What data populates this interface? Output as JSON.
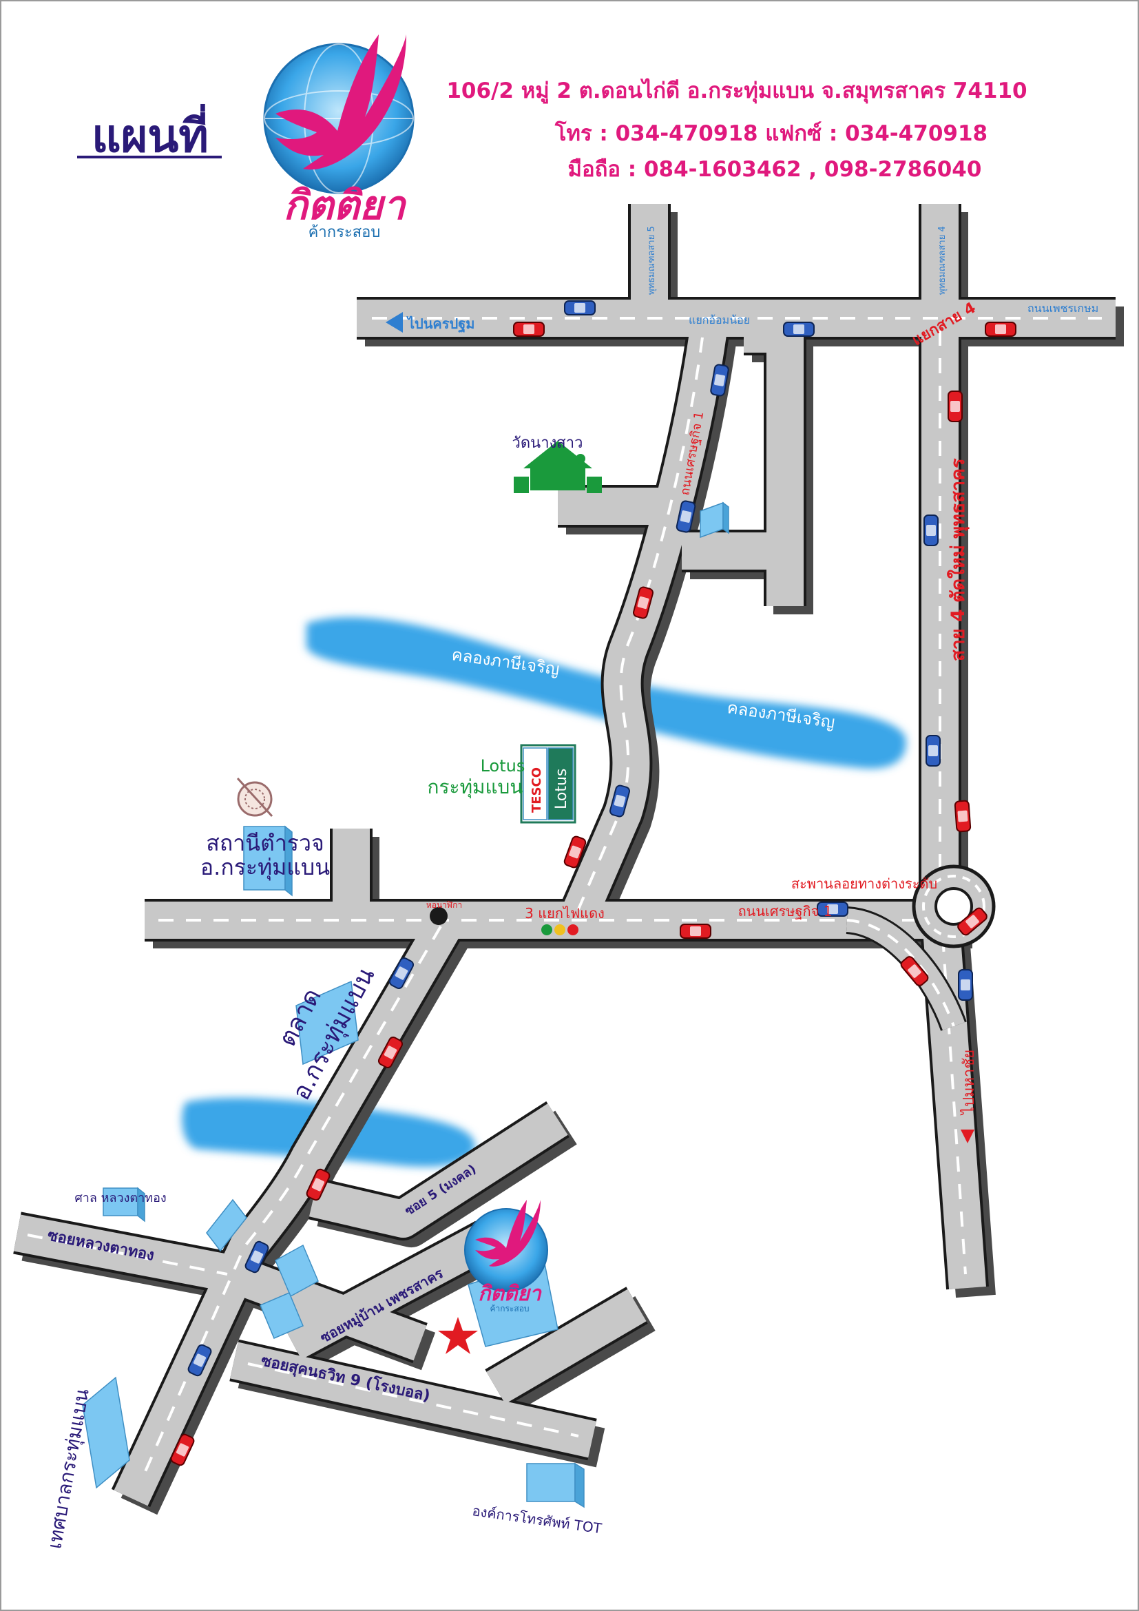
{
  "header": {
    "title": "แผนที่",
    "address_line": "106/2  หมู่ 2  ต.ดอนไก่ดี อ.กระทุ่มแบน จ.สมุทรสาคร 74110",
    "phone_line": "โทร : 034-470918  แฟกซ์ : 034-470918",
    "mobile_line": "มือถือ : 084-1603462 , 098-2786040"
  },
  "logo": {
    "name": "กิตติยา",
    "subtitle": "ค้ากระสอบ"
  },
  "labels": {
    "to_nakhon_pathom": "ไปนครปฐม",
    "phetkasem_road": "ถนนเพชรเกษม",
    "yaek_om_noi": "แยกอ้อมน้อย",
    "puttamonthon_5": "พุทธมณฑลสาย 5",
    "puttamonthon_4": "พุทธมณฑลสาย 4",
    "yaek_sai_4": "แยกสาย 4",
    "setthakit_1_north": "ถนนเศรษฐกิจ 1",
    "sai4_new_cut": "สาย 4 ตัดใหม่ พุทธสาคร",
    "wat_nang_sao": "วัดนางสาว",
    "canal_a": "คลองภาษีเจริญ",
    "canal_b": "คลองภาษีเจริญ",
    "lotus_name": "Lotus",
    "lotus_branch": "กระทุ่มแบน",
    "tesco_sign_top": "TESCO",
    "tesco_sign_bottom": "Lotus",
    "police_station_1": "สถานีตำรวจ",
    "police_station_2": "อ.กระทุ่มแบน",
    "flyover_label": "สะพานลอยทางต่างระดับ",
    "setthakit_1_east": "ถนนเศรษฐกิจ 1",
    "clock_tower": "หอนาฬิกา",
    "three_way_signal": "3 แยกไฟแดง",
    "market_1": "ตลาด",
    "market_2": "อ.กระทุ่มแบน",
    "to_mahachai": "ไปมหาชัย",
    "luang_ta_thong_shrine": "ศาล หลวงตาทอง",
    "soi_luang_ta_thong": "ซอยหลวงตาทอง",
    "soi_5": "ซอย 5 (มงคล)",
    "soi_ban_phet": "ซอยหมู่บ้าน เพชรสาคร",
    "soi_sukhonthawit": "ซอยสุคนธวิท 9 (โรงบอล)",
    "municipality": "เทศบาลกระทุ่มแบน",
    "tot_office": "องค์การโทรศัพท์ TOT"
  },
  "colors": {
    "road": "#c8c8c8",
    "road_shadow": "#4a4a4a",
    "road_outline": "#1a1a1a",
    "water": "#3aa6e8",
    "magenta": "#e0197d",
    "navy": "#2a1a78",
    "red_label": "#e11b22",
    "building": "#7cc7f2",
    "green": "#1a9a3c"
  },
  "icons": [
    "pin-star-icon",
    "traffic-light-icon",
    "roundabout-icon",
    "arrow-left-icon",
    "arrow-down-icon",
    "temple-icon",
    "police-emblem-icon",
    "clock-tower-icon",
    "bird-logo-icon"
  ]
}
